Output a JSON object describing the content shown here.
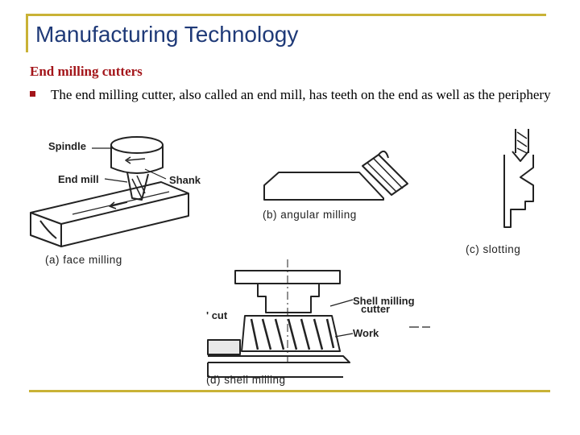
{
  "slide": {
    "title": "Manufacturing Technology",
    "heading": "End milling cutters",
    "bullets": [
      {
        "text": "The end milling cutter, also called an end mill, has teeth on the end as well as the periphery"
      }
    ]
  },
  "figure": {
    "labels": {
      "spindle": "Spindle",
      "end_mill": "End mill",
      "shank": "Shank",
      "shell_milling_cutter_line1": "Shell milling",
      "shell_milling_cutter_line2": "cutter",
      "work": "Work",
      "cut": "' cut"
    },
    "captions": {
      "a": "(a) face milling",
      "b": "(b) angular milling",
      "c": "(c)  slotting",
      "d": "(d) shell milling"
    }
  },
  "colors": {
    "frame": "#c9b236",
    "title": "#1f3a78",
    "accent": "#a3151a"
  }
}
